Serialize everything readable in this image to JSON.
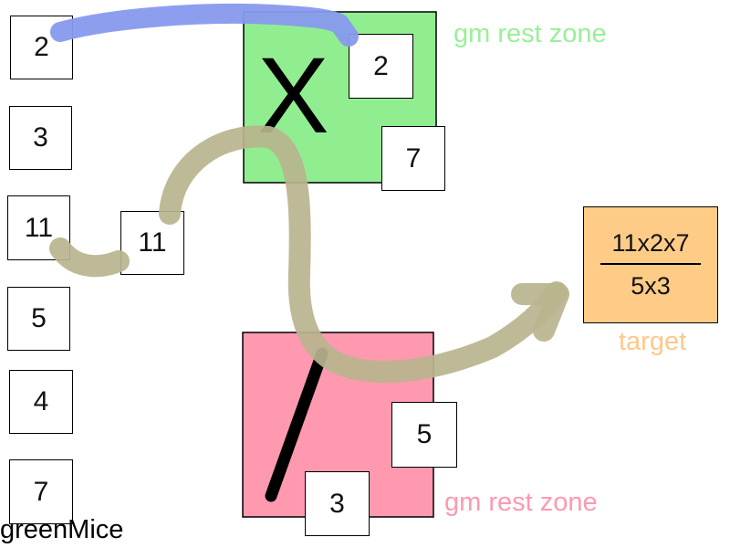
{
  "left_column": [
    {
      "value": "2"
    },
    {
      "value": "3"
    },
    {
      "value": "11"
    },
    {
      "value": "5"
    },
    {
      "value": "4"
    },
    {
      "value": "7"
    }
  ],
  "multiply_zone": {
    "operator": "X",
    "color": "#90ee90",
    "label": "gm rest zone",
    "label_color": "#98f098",
    "items": [
      {
        "value": "2"
      },
      {
        "value": "7"
      }
    ]
  },
  "divide_zone": {
    "color": "#ff99b0",
    "label": "gm rest zone",
    "label_color": "#ff99b0",
    "items": [
      {
        "value": "5"
      },
      {
        "value": "3"
      }
    ]
  },
  "moving_card": {
    "value": "11"
  },
  "target": {
    "numerator": "11x2x7",
    "denominator": "5x3",
    "label": "target",
    "color": "#ffcc88",
    "label_color": "#ffc889"
  },
  "caption": "greenMice",
  "colors": {
    "blue_arrow": "#8899ee",
    "olive_arrow": "#b8b48e",
    "divide_stroke": "#000000"
  }
}
